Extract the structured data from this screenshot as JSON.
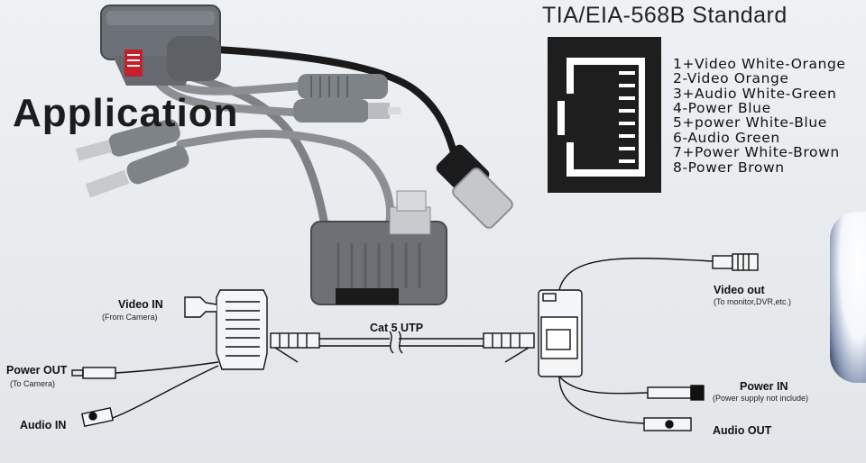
{
  "standard": {
    "title": "TIA/EIA-568B Standard",
    "pins": [
      "1+Video  White-Orange",
      "2-Video  Orange",
      "3+Audio  White-Green",
      "4-Power  Blue",
      "5+power  White-Blue",
      "6-Audio  Green",
      "7+Power  White-Brown",
      "8-Power  Brown"
    ]
  },
  "application": {
    "title": "Application"
  },
  "diagram": {
    "left": {
      "video_in": "Video IN",
      "video_in_note": "(From Camera)",
      "power_out": "Power OUT",
      "power_out_note": "(To Camera)",
      "audio_in": "Audio IN"
    },
    "cable": "Cat 5 UTP",
    "right": {
      "video_out": "Video out",
      "video_out_note": "(To monitor,DVR,etc.)",
      "power_in": "Power IN",
      "power_in_note": "(Power supply not include)",
      "audio_out": "Audio OUT"
    }
  },
  "colors": {
    "device_gray": "#6c7177",
    "cable_gray": "#8e9297",
    "black": "#151515",
    "red_label": "#c2202b"
  }
}
